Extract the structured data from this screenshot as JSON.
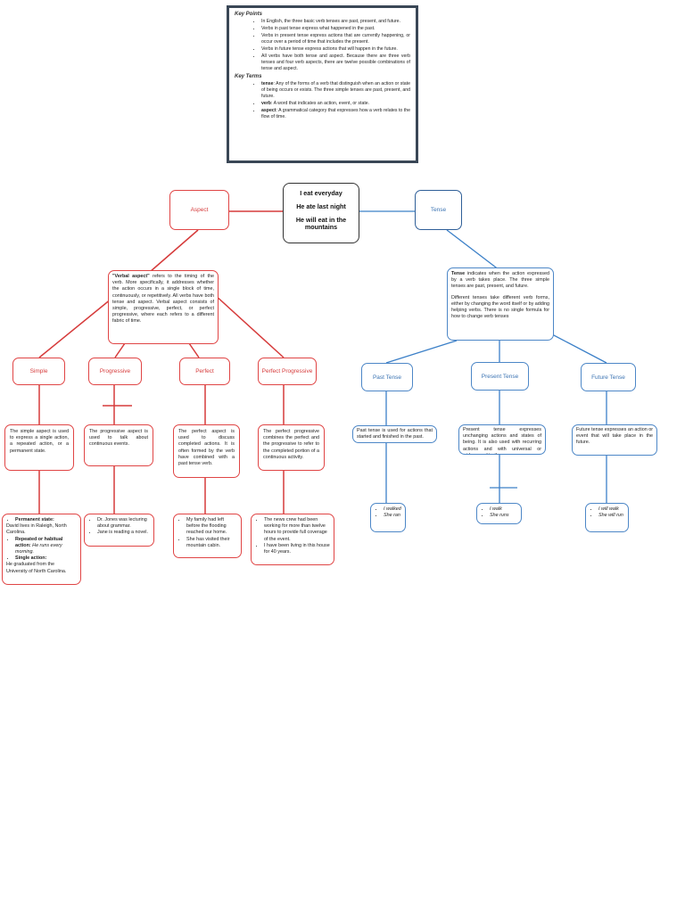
{
  "key_points": {
    "heading": "Key Points",
    "items": [
      "In English, the three basic verb tenses are past, present, and future.",
      "Verbs in past tense express what happened in the past.",
      "Verbs in present tense express actions that are currently happening, or occur over a period of time that includes the present.",
      "Verbs in future tense express actions that will happen in the future.",
      "All verbs have both tense and aspect. Because there are three verb tenses and four verb aspects, there are twelve possible combinations of tense and aspect."
    ]
  },
  "key_terms": {
    "heading": "Key Terms",
    "items": [
      {
        "term": "tense",
        "def": ": Any of the forms of a verb that distinguish when an action or state of being occurs or exists. The three simple tenses are past, present, and future."
      },
      {
        "term": "verb",
        "def": ": A word that indicates an action, event, or state."
      },
      {
        "term": "aspect",
        "def": ": A grammatical category that expresses how a verb relates to the flow of time."
      }
    ]
  },
  "center": {
    "line1": "I eat everyday",
    "line2": "He ate last night",
    "line3": "He will eat in the mountains"
  },
  "aspect": {
    "label": "Aspect",
    "description_lead": "\"Verbal aspect\"",
    "description": " refers to the timing of the verb. More specifically, it addresses whether the action occurs in a single block of time, continuously, or repetitively. All verbs have both tense and aspect. Verbal aspect consists of simple, progressive, perfect, or perfect progressive, where each refers to a different fabric of time.",
    "children": [
      {
        "label": "Simple",
        "text": "The simple aspect is used to express a single action, a repeated action, or a permanent state."
      },
      {
        "label": "Progressive",
        "text": "The progressive aspect is used to talk about continuous events."
      },
      {
        "label": "Perfect",
        "text": "The perfect aspect is used to discuss completed actions. It is often formed by the verb have combined with a past tense verb."
      },
      {
        "label": "Perfect Progressive",
        "text": "The perfect progressive combines the perfect and the progressive to refer to the completed portion of a continuous activity."
      }
    ],
    "examples": {
      "simple": [
        "Permanent state:",
        "David lives in Raleigh, North Carolina.",
        "Repeated or habitual action:",
        "He runs every morning.",
        "Single action:",
        "He graduated from the University of North Carolina."
      ],
      "progressive": [
        "Dr. Jones was lecturing about grammar.",
        "Jane is reading a novel."
      ],
      "perfect": [
        "My family had left before the flooding reached our home.",
        "She has visited their mountain cabin."
      ],
      "perfect_progressive": [
        "The news crew had been working for more than twelve hours to provide full coverage of the event.",
        "I have been living in this house for 40 years."
      ]
    }
  },
  "tense": {
    "label": "Tense",
    "description_lead": "Tense",
    "description": " indicates when the action expressed by a verb takes place. The three simple tenses are past, present, and future.",
    "description2": "Different tenses take different verb forms, either by changing the word itself or by adding helping verbs. There is no single formula for how to change verb tenses",
    "children": [
      {
        "label": "Past Tense",
        "text": "Past tense is used for actions that started and finished in the past.",
        "examples": [
          "I walked",
          "She ran"
        ]
      },
      {
        "label": "Present Tense",
        "text": "Present tense expresses unchanging actions and states of being. It is also used with recurring actions and with universal or widespread truths.",
        "examples": [
          "I walk",
          "She runs"
        ]
      },
      {
        "label": "Future Tense",
        "text": "Future tense expresses an action or event that will take place in the future.",
        "examples": [
          "I will walk",
          "She will run"
        ]
      }
    ]
  },
  "colors": {
    "aspect": "#e04545",
    "tense": "#4d87c7",
    "frame": "#3a4756"
  }
}
